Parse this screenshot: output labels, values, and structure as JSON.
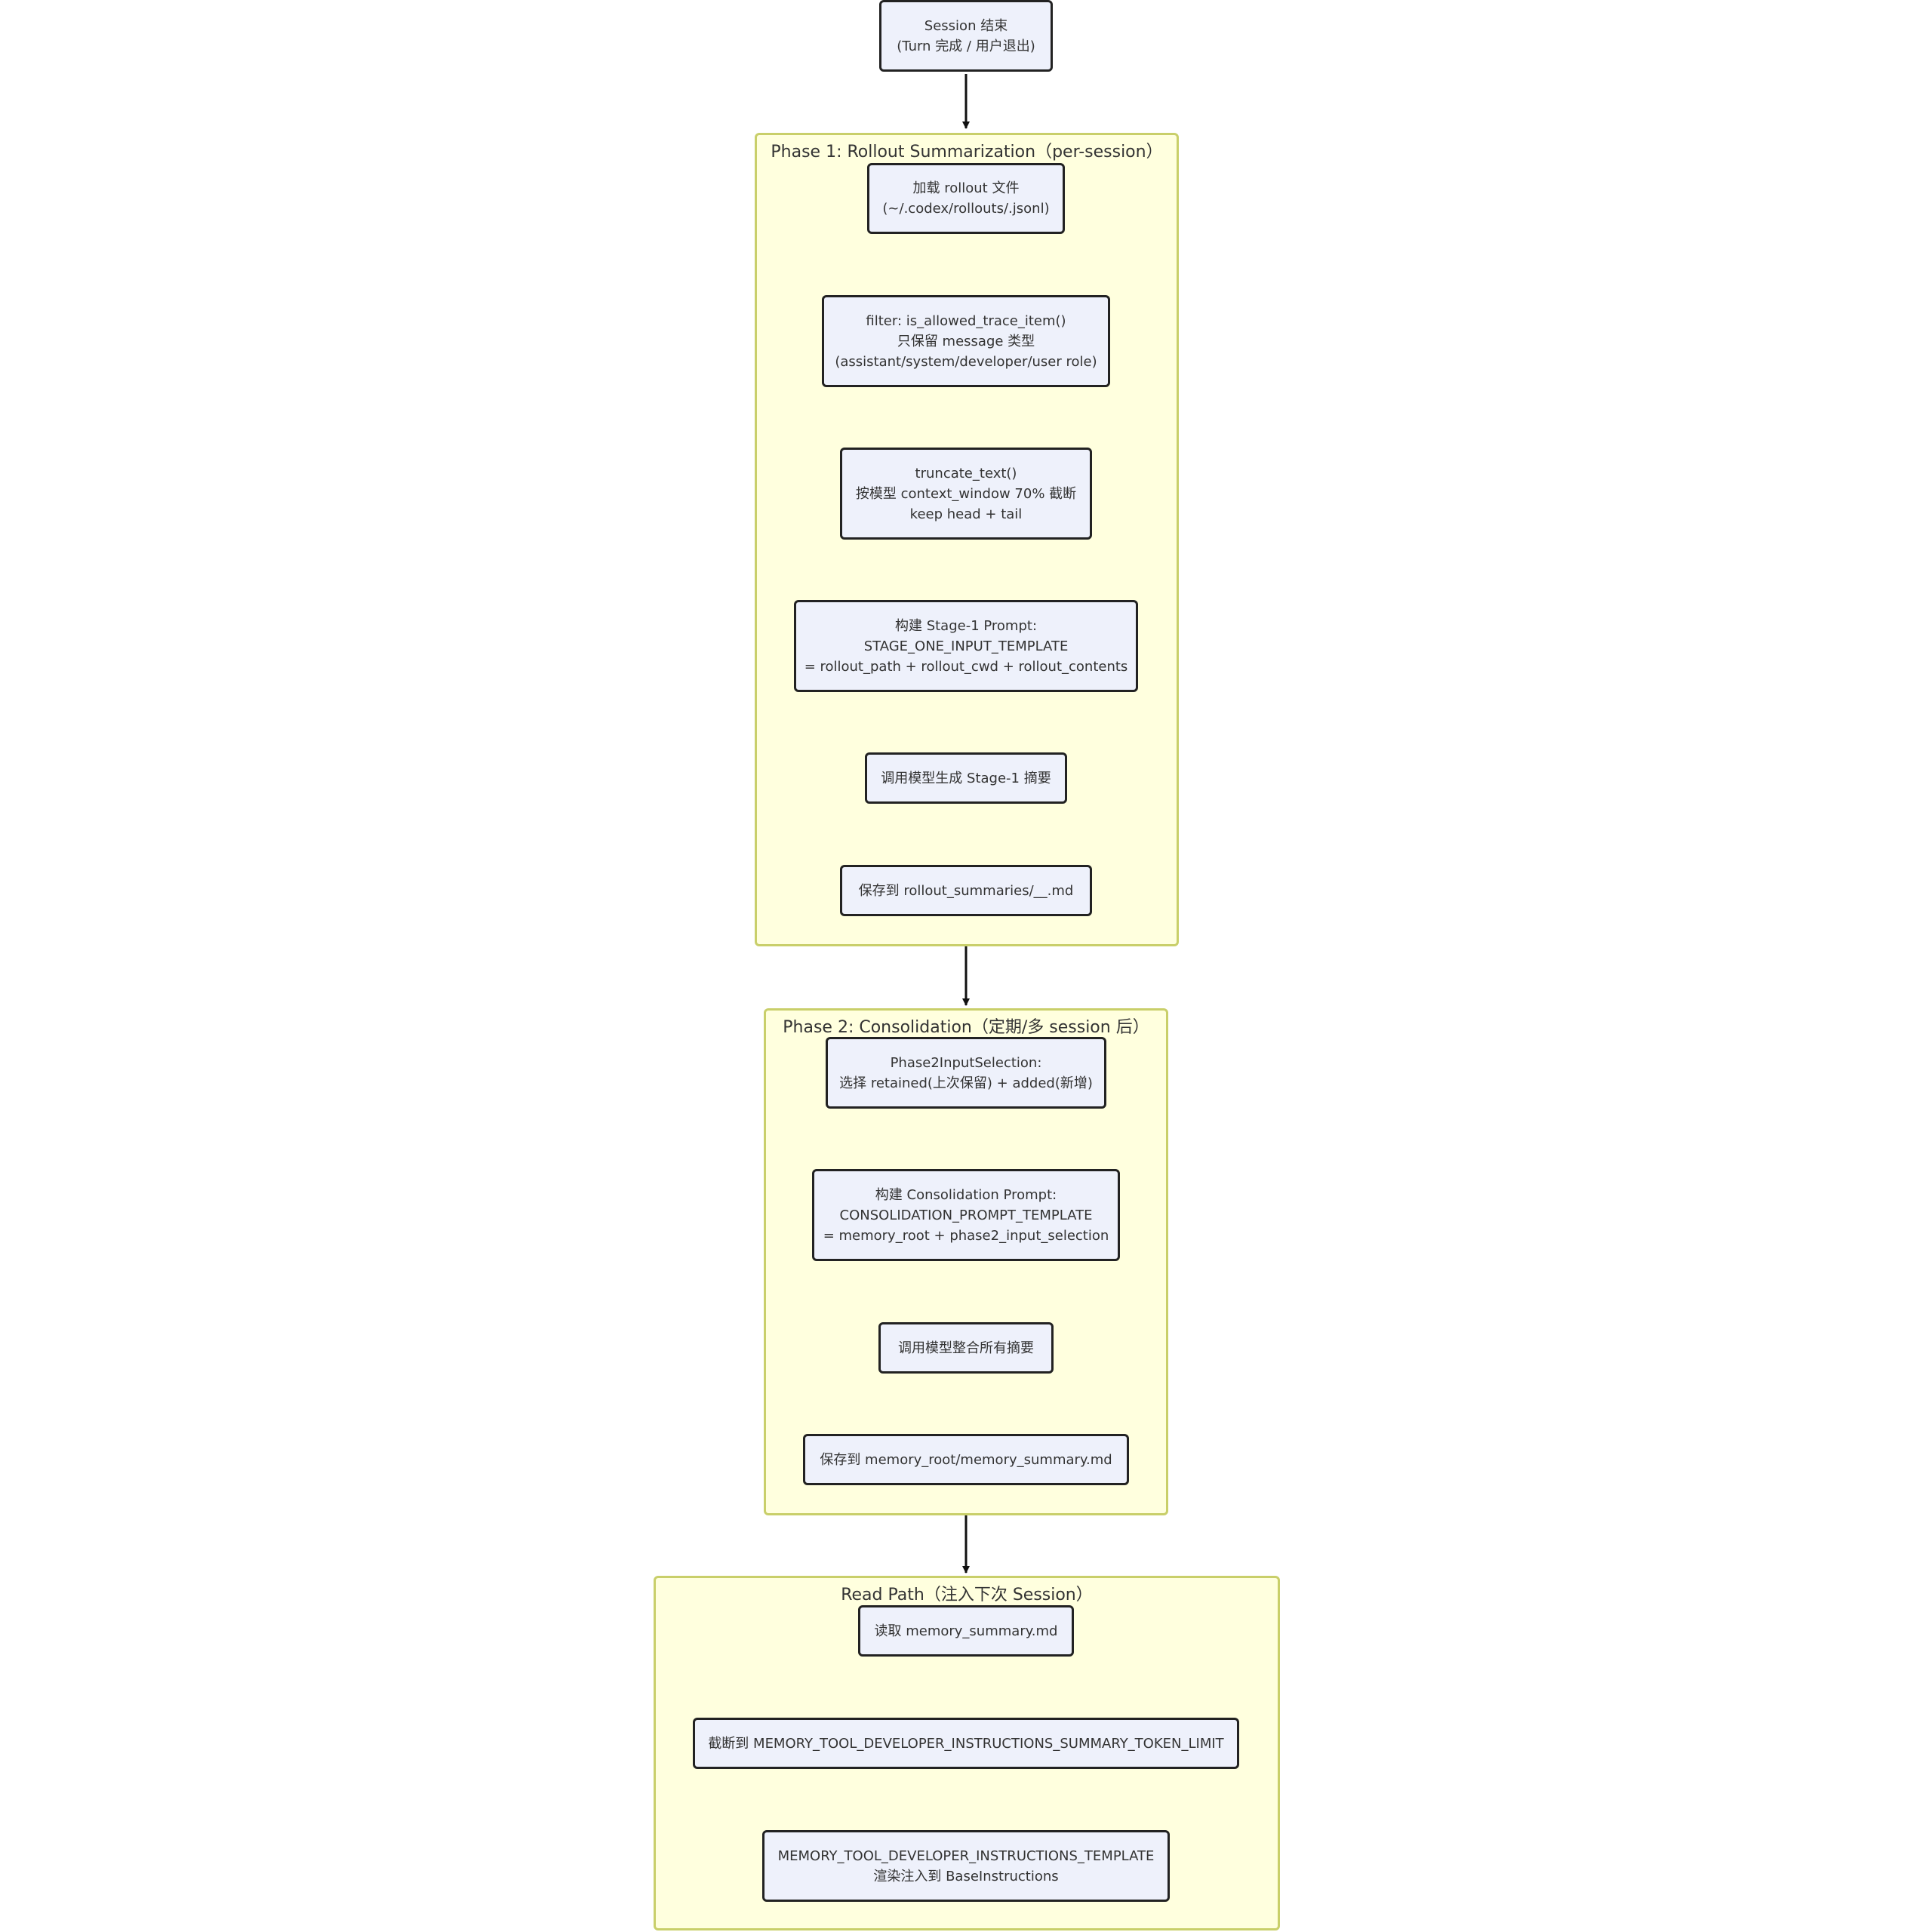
{
  "diagram": {
    "start": {
      "lines": [
        "Session 结束",
        "(Turn 完成 / 用户退出)"
      ]
    },
    "phase1": {
      "title": "Phase 1: Rollout Summarization（per-session）",
      "nodes": [
        {
          "lines": [
            "加载 rollout 文件",
            "(~/.codex/rollouts/.jsonl)"
          ]
        },
        {
          "lines": [
            "filter: is_allowed_trace_item()",
            "只保留 message 类型",
            "(assistant/system/developer/user role)"
          ]
        },
        {
          "lines": [
            "truncate_text()",
            "按模型 context_window 70% 截断",
            "keep head + tail"
          ]
        },
        {
          "lines": [
            "构建 Stage-1 Prompt:",
            "STAGE_ONE_INPUT_TEMPLATE",
            "= rollout_path + rollout_cwd + rollout_contents"
          ]
        },
        {
          "lines": [
            "调用模型生成 Stage-1 摘要"
          ]
        },
        {
          "lines": [
            "保存到 rollout_summaries/__.md"
          ]
        }
      ]
    },
    "phase2": {
      "title": "Phase 2: Consolidation（定期/多 session 后）",
      "nodes": [
        {
          "lines": [
            "Phase2InputSelection:",
            "选择 retained(上次保留) + added(新增)"
          ]
        },
        {
          "lines": [
            "构建 Consolidation Prompt:",
            "CONSOLIDATION_PROMPT_TEMPLATE",
            "= memory_root + phase2_input_selection"
          ]
        },
        {
          "lines": [
            "调用模型整合所有摘要"
          ]
        },
        {
          "lines": [
            "保存到 memory_root/memory_summary.md"
          ]
        }
      ]
    },
    "read_path": {
      "title": "Read Path（注入下次 Session）",
      "nodes": [
        {
          "lines": [
            "读取 memory_summary.md"
          ]
        },
        {
          "lines": [
            "截断到 MEMORY_TOOL_DEVELOPER_INSTRUCTIONS_SUMMARY_TOKEN_LIMIT"
          ]
        },
        {
          "lines": [
            "MEMORY_TOOL_DEVELOPER_INSTRUCTIONS_TEMPLATE",
            "渲染注入到 BaseInstructions"
          ]
        }
      ]
    }
  }
}
